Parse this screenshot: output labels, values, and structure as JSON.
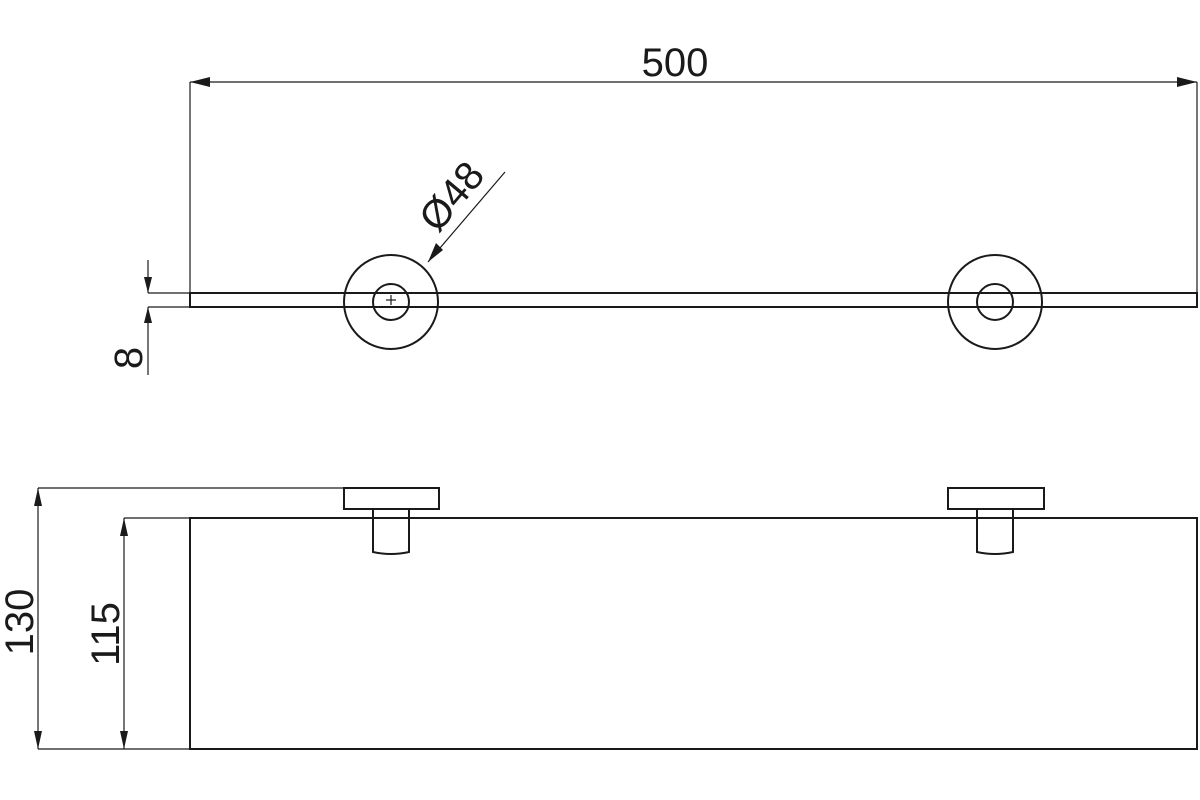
{
  "drawing": {
    "dimensions": {
      "overall_width": "500",
      "rosette_diameter": "Ø48",
      "glass_thickness": "8",
      "total_height": "130",
      "glass_depth": "115"
    }
  }
}
